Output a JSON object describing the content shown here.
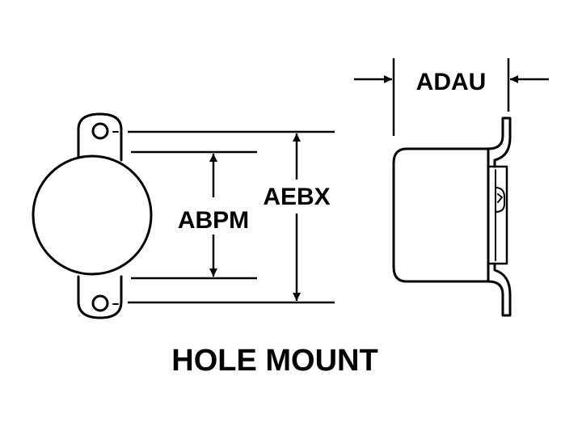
{
  "labels": {
    "adau": "ADAU",
    "abpm": "ABPM",
    "aebx": "AEBX",
    "caption": "HOLE MOUNT"
  },
  "colors": {
    "ink": "#000000",
    "paper": "#ffffff"
  }
}
